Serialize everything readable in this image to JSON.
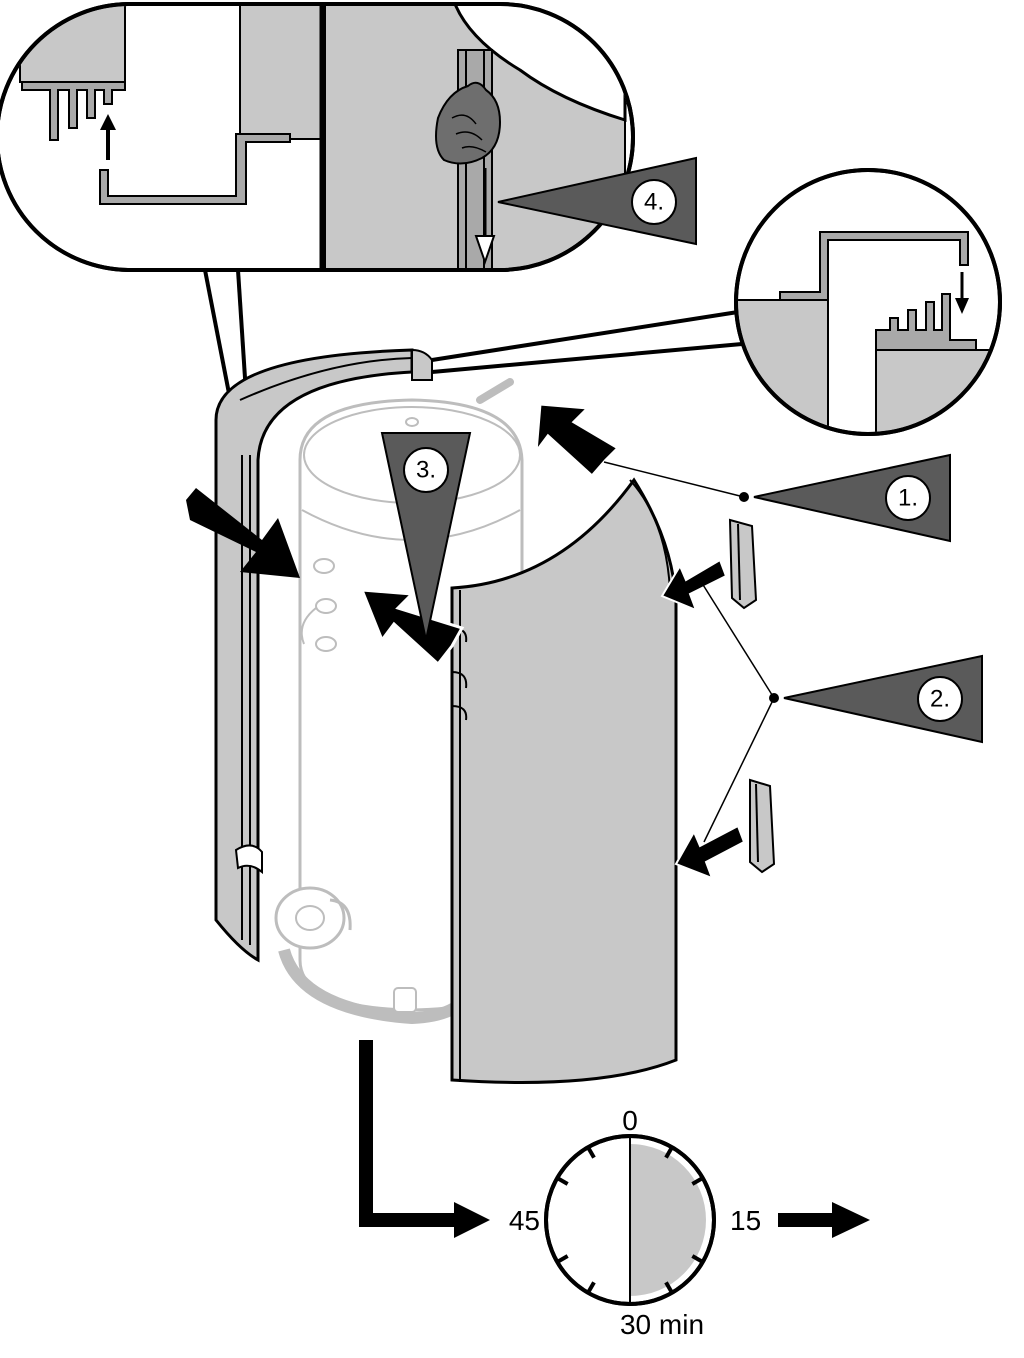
{
  "steps": [
    {
      "label": "1."
    },
    {
      "label": "2."
    },
    {
      "label": "3."
    },
    {
      "label": "4."
    }
  ],
  "timer": {
    "top": "0",
    "right": "15",
    "bottom": "30 min",
    "left": "45",
    "elapsed_fraction": 0.5
  },
  "colors": {
    "panel": "#c8c8c8",
    "panel_dark": "#a9a9a9",
    "tank": "#ffffff",
    "tank_outline": "#bdbdbd",
    "step_triangle": "#5a5a5a",
    "ink": "#000000"
  }
}
